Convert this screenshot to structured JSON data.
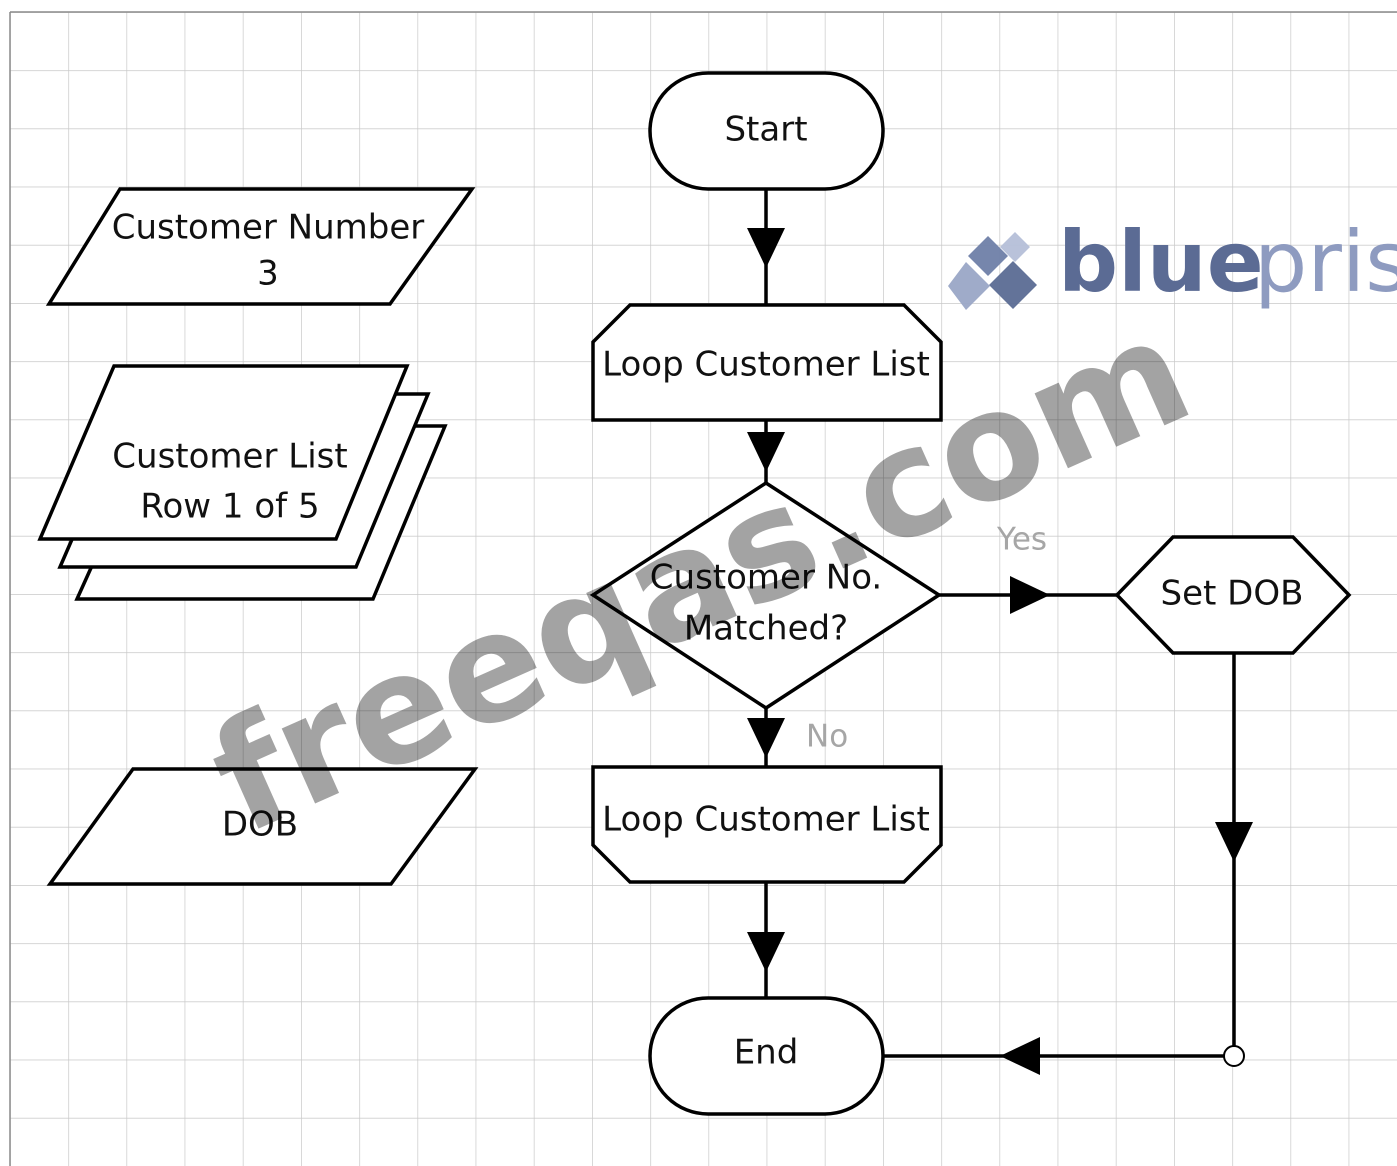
{
  "flowchart": {
    "start_label": "Start",
    "loop_start_label": "Loop Customer List",
    "decision_label_line1": "Customer No.",
    "decision_label_line2": "Matched?",
    "yes_label": "Yes",
    "no_label": "No",
    "set_dob_label": "Set DOB",
    "loop_end_label": "Loop Customer List",
    "end_label": "End"
  },
  "data_items": {
    "customer_number_label": "Customer Number",
    "customer_number_value": "3",
    "customer_list_label": "Customer List",
    "customer_list_row": "Row 1 of 5",
    "dob_label": "DOB"
  },
  "watermarks": {
    "logo_part1": "blue",
    "logo_part2": "prism",
    "site": "freeqas.com"
  },
  "colors": {
    "grid_line": "#c8c8c8",
    "shape_stroke": "#000000",
    "edge_label": "#a6a6a6",
    "logo_blue_dark": "#5b6b94",
    "logo_blue_light": "#8e9bc0"
  }
}
